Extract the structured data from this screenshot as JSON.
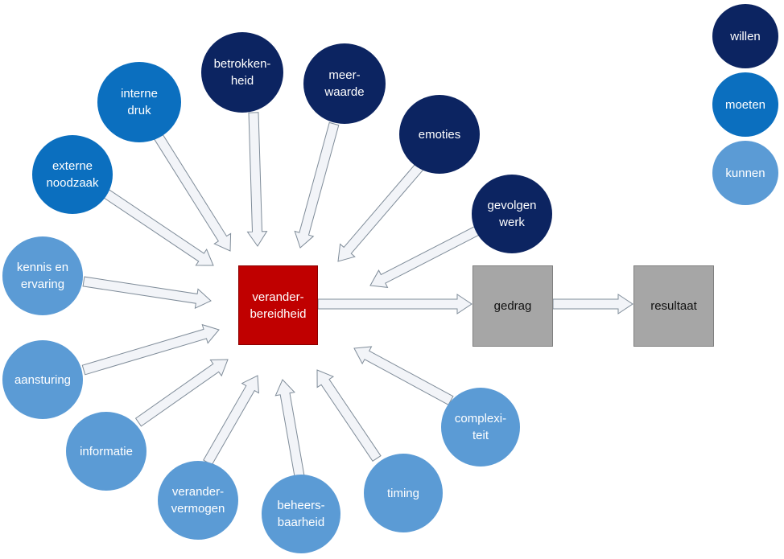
{
  "colors": {
    "willen": "#0c2461",
    "moeten": "#0b6fbf",
    "kunnen": "#5b9bd5",
    "center": "#c00000",
    "box": "#a6a6a6",
    "arrow_fill": "#f2f4f8",
    "arrow_stroke": "#7f8c99"
  },
  "legend": {
    "willen": "willen",
    "moeten": "moeten",
    "kunnen": "kunnen"
  },
  "nodes": {
    "betrokkenheid": "betrokken-\nheid",
    "meerwaarde": "meer-\nwaarde",
    "emoties": "emoties",
    "gevolgen_werk": "gevolgen\nwerk",
    "interne_druk": "interne\ndruk",
    "externe_noodzaak": "externe\nnoodzaak",
    "kennis_en_ervaring": "kennis en\nervaring",
    "aansturing": "aansturing",
    "informatie": "informatie",
    "verandervermogen": "verander-\nvermogen",
    "beheersbaarheid": "beheers-\nbaarheid",
    "timing": "timing",
    "complexiteit": "complexi-\nteit"
  },
  "boxes": {
    "veranderbereidheid": "verander-\nbereidheid",
    "gedrag": "gedrag",
    "resultaat": "resultaat"
  }
}
